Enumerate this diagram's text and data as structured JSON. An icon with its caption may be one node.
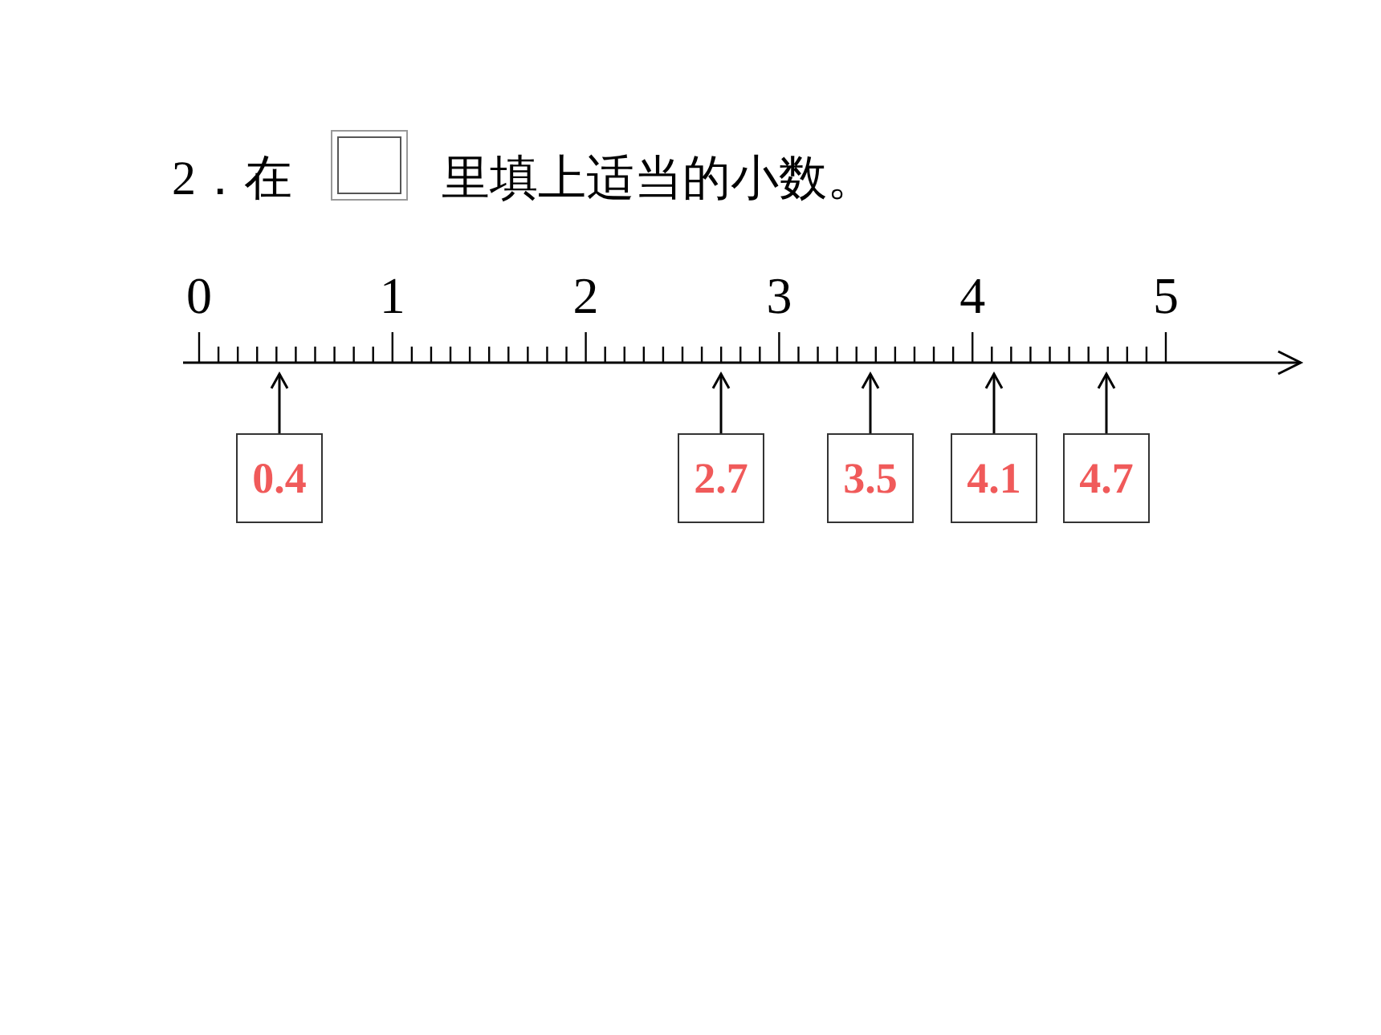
{
  "diagram": {
    "nodes": [
      {
        "text": [],
        "shape": "box"
      },
      {
        "text": [
          "0.4"
        ]
      },
      {
        "text": [
          "2.7"
        ]
      },
      {
        "text": [
          "3.5"
        ]
      },
      {
        "text": [
          "4.1"
        ]
      },
      {
        "text": [
          "4.7"
        ]
      }
    ],
    "edges": [
      {
        "from": 1,
        "to": null,
        "arrow": "to"
      },
      {
        "from": 2,
        "to": null,
        "arrow": "to"
      },
      {
        "from": 3,
        "to": null,
        "arrow": "to"
      },
      {
        "from": 4,
        "to": null,
        "arrow": "to"
      },
      {
        "from": 5,
        "to": null,
        "arrow": "to"
      }
    ],
    "labels": [
      "2．在",
      "里填上适当的小数。",
      "0",
      "1",
      "2",
      "3",
      "4",
      "5"
    ]
  }
}
